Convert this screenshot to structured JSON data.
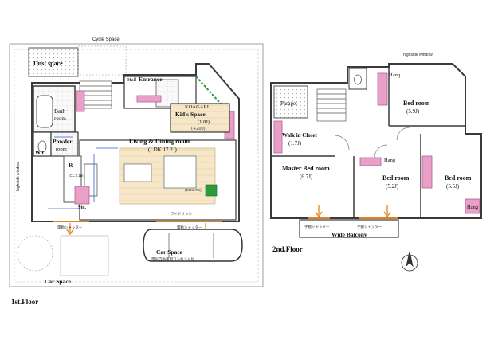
{
  "floor1": {
    "title": "1st.Floor",
    "labels": {
      "cycle_space": "Cycle Space",
      "dust_space": "Dust space",
      "hall": "Hall",
      "entrance": "Entrance",
      "bath": "Bath",
      "bath_room": "room",
      "kids_space": "Kid's Space",
      "kids_area": "(1.8J)",
      "koagari": "KOAGARI",
      "powder": "Powder",
      "powder_room": "room",
      "wc": "W C",
      "ldk": "Living & Dining room",
      "ldk_area": "(LDK 17.2J)",
      "refrigerator": "R",
      "car_space_right": "Car Space",
      "car_space_left": "Car Space",
      "clothes": "(CL:2.1m)",
      "ceiling": "(CH:2.7m)",
      "sto": "Sto.",
      "highside_window": "highside window"
    },
    "jp_labels": {
      "shutter_left": "電動シャッター",
      "shutter_right": "電動シャッター",
      "wide_sash": "ワイドサッシ",
      "ev_charger": "電気自動車用コンセント付",
      "kids_note": "(+200)"
    }
  },
  "floor2": {
    "title": "2nd.Floor",
    "labels": {
      "highside_window": "highside window",
      "hang_top": "Hang",
      "bedroom_59": "Bed room",
      "bedroom_59_area": "(5.9J)",
      "parapet": "Parapet",
      "walk_in_closet": "Walk in Closet",
      "wic_area": "(1.7J)",
      "master_bedroom": "Master Bed room",
      "master_area": "(6.7J)",
      "bedroom_52": "Bed room",
      "bedroom_52_area": "(5.2J)",
      "bedroom_55": "Bed room",
      "bedroom_55_area": "(5.5J)",
      "hang_mid": "Hang",
      "hang_right": "Hang",
      "wide_balcony": "Wide Balcony"
    },
    "jp_labels": {
      "shutter_a": "手動シャッター",
      "shutter_b": "手動シャッター"
    }
  },
  "colors": {
    "wall": "#3a3a3a",
    "closet_pink": "#e8a0c8",
    "floor_wood": "#f5e6c8",
    "note_blue": "#3060d0",
    "accent_orange": "#e08020",
    "accent_magenta": "#d02090",
    "greenery": "#2a9a3a"
  },
  "icons": [
    "north-arrow-icon",
    "car-icon",
    "tree-icon",
    "toilet-icon",
    "bathtub-icon"
  ]
}
